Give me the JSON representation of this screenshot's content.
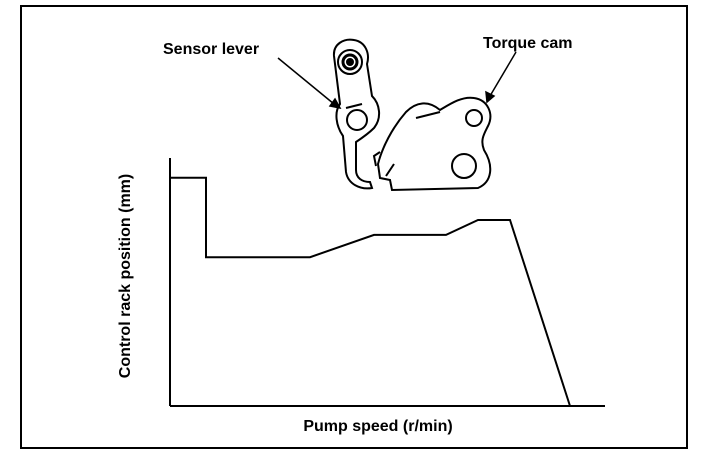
{
  "labels": {
    "sensor_lever": "Sensor lever",
    "torque_cam": "Torque cam",
    "x_axis": "Pump speed (r/min)",
    "y_axis": "Control rack position (mm)"
  },
  "chart_data": {
    "type": "line",
    "title": "",
    "xlabel": "Pump speed (r/min)",
    "ylabel": "Control rack position (mm)",
    "x_ticks_shown": false,
    "y_ticks_shown": false,
    "xlim": [
      0,
      100
    ],
    "ylim": [
      0,
      100
    ],
    "series": [
      {
        "x": [
          0,
          9,
          9,
          35,
          51,
          69,
          77,
          85,
          100
        ],
        "y": [
          92,
          92,
          60,
          60,
          69,
          69,
          75,
          75,
          0
        ]
      }
    ]
  },
  "colors": {
    "ink": "#000000",
    "background": "#ffffff"
  }
}
